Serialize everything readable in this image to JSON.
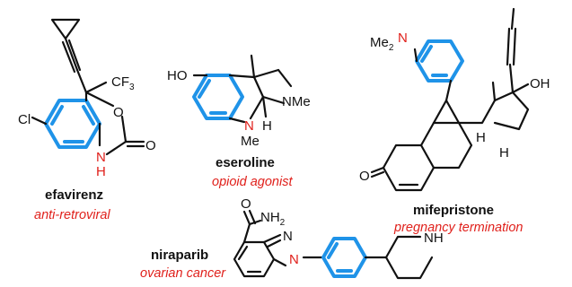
{
  "molecules": [
    {
      "name": "efavirenz",
      "use": "anti-retroviral",
      "atoms": {
        "cl": "Cl",
        "o": "O",
        "o2": "O",
        "nh": "H",
        "n": "N",
        "cf3": "CF",
        "cf3_sub": "3"
      }
    },
    {
      "name": "eseroline",
      "use": "opioid agonist",
      "atoms": {
        "ho": "HO",
        "n": "N",
        "me": "Me",
        "h": "H",
        "nme": "NMe"
      }
    },
    {
      "name": "mifepristone",
      "use": "pregnancy termination",
      "atoms": {
        "me2": "Me",
        "me2_sub": "2",
        "n": "N",
        "oh": "OH",
        "o": "O",
        "h1": "H",
        "h2": "H"
      }
    },
    {
      "name": "niraparib",
      "use": "ovarian cancer",
      "atoms": {
        "nh2": "NH",
        "nh2_sub": "2",
        "o": "O",
        "n1": "N",
        "n2": "N",
        "nh": "NH"
      }
    }
  ],
  "colors": {
    "highlight": "#1f93e8",
    "heteroatom": "#e0201b",
    "bond": "#111111"
  }
}
